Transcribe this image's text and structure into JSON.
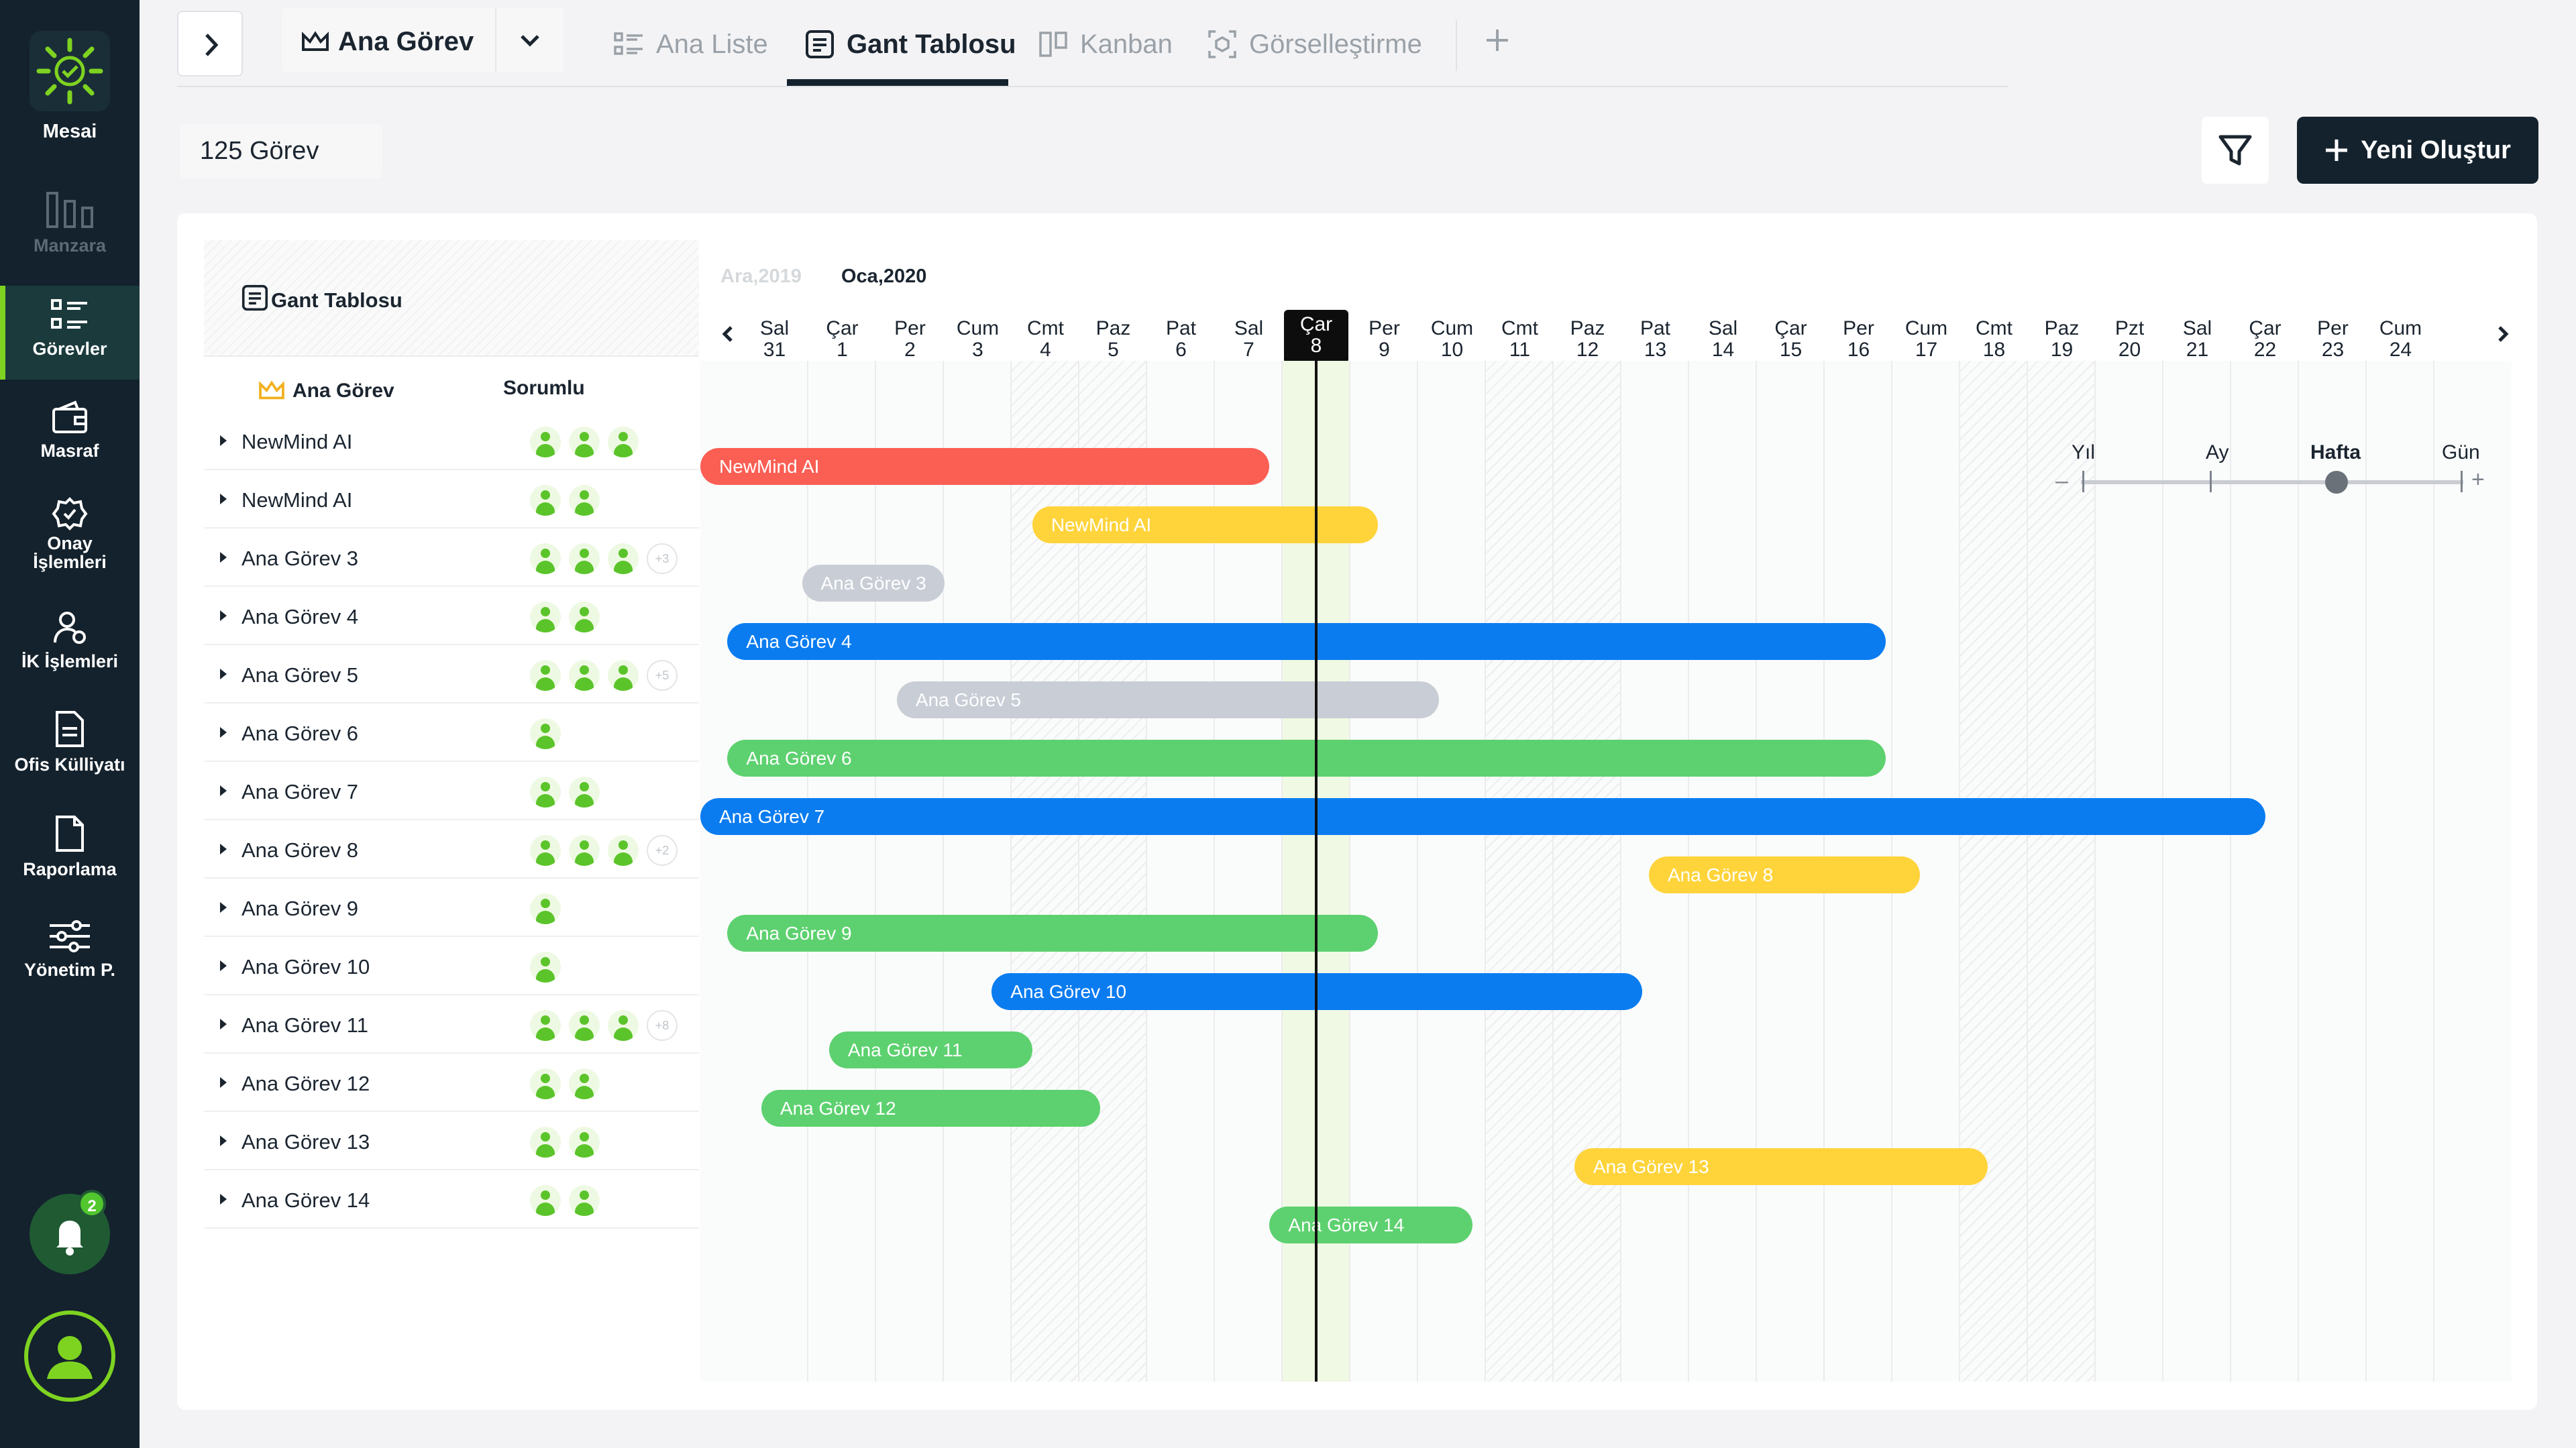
{
  "sidebar": {
    "brand": "Mesai",
    "items": [
      {
        "label": "Manzara",
        "icon": "bar-chart-icon"
      },
      {
        "label": "Görevler",
        "icon": "task-list-icon"
      },
      {
        "label": "Masraf",
        "icon": "wallet-icon"
      },
      {
        "label": "Onay\nİşlemleri",
        "icon": "approval-icon"
      },
      {
        "label": "İK İşlemleri",
        "icon": "hr-user-icon"
      },
      {
        "label": "Ofis Külliyatı",
        "icon": "document-icon"
      },
      {
        "label": "Raporlama",
        "icon": "report-icon"
      },
      {
        "label": "Yönetim P.",
        "icon": "sliders-icon"
      }
    ],
    "notification_count": "2"
  },
  "header": {
    "workspace": "Ana Görev",
    "tabs": [
      {
        "label": "Ana Liste",
        "icon": "list-icon"
      },
      {
        "label": "Gant Tablosu",
        "icon": "gantt-icon"
      },
      {
        "label": "Kanban",
        "icon": "kanban-icon"
      },
      {
        "label": "Görselleştirme",
        "icon": "visualize-icon"
      }
    ],
    "active_tab": "Gant Tablosu"
  },
  "toolbar": {
    "task_count": "125 Görev",
    "new_button": "Yeni Oluştur"
  },
  "panel": {
    "title": "Gant Tablosu",
    "col_name": "Ana Görev",
    "col_responsible": "Sorumlu"
  },
  "zoom": {
    "labels": [
      "Yıl",
      "Ay",
      "Hafta",
      "Gün"
    ],
    "selected": "Hafta",
    "minus": "–",
    "plus": "+"
  },
  "timeline": {
    "month_prev": "Ara,2019",
    "month_current": "Oca,2020",
    "today_index": 8,
    "days": [
      {
        "d": "Sal",
        "n": "31",
        "weekend": false
      },
      {
        "d": "Çar",
        "n": "1",
        "weekend": false
      },
      {
        "d": "Per",
        "n": "2",
        "weekend": false
      },
      {
        "d": "Cum",
        "n": "3",
        "weekend": false
      },
      {
        "d": "Cmt",
        "n": "4",
        "weekend": true
      },
      {
        "d": "Paz",
        "n": "5",
        "weekend": true
      },
      {
        "d": "Pat",
        "n": "6",
        "weekend": false
      },
      {
        "d": "Sal",
        "n": "7",
        "weekend": false
      },
      {
        "d": "Çar",
        "n": "8",
        "weekend": false
      },
      {
        "d": "Per",
        "n": "9",
        "weekend": false
      },
      {
        "d": "Cum",
        "n": "10",
        "weekend": false
      },
      {
        "d": "Cmt",
        "n": "11",
        "weekend": true
      },
      {
        "d": "Paz",
        "n": "12",
        "weekend": true
      },
      {
        "d": "Pat",
        "n": "13",
        "weekend": false
      },
      {
        "d": "Sal",
        "n": "14",
        "weekend": false
      },
      {
        "d": "Çar",
        "n": "15",
        "weekend": false
      },
      {
        "d": "Per",
        "n": "16",
        "weekend": false
      },
      {
        "d": "Cum",
        "n": "17",
        "weekend": false
      },
      {
        "d": "Cmt",
        "n": "18",
        "weekend": true
      },
      {
        "d": "Paz",
        "n": "19",
        "weekend": true
      },
      {
        "d": "Pzt",
        "n": "20",
        "weekend": false
      },
      {
        "d": "Sal",
        "n": "21",
        "weekend": false
      },
      {
        "d": "Çar",
        "n": "22",
        "weekend": false
      },
      {
        "d": "Per",
        "n": "23",
        "weekend": false
      },
      {
        "d": "Cum",
        "n": "24",
        "weekend": false
      }
    ]
  },
  "colors": {
    "red": "#fb5e53",
    "yellow": "#ffd43b",
    "blue": "#0a7cf0",
    "gray": "#c8cdd6",
    "green": "#5dd16f"
  },
  "tasks": [
    {
      "name": "NewMind AI",
      "avatars": 3,
      "more": "",
      "bar_label": "NewMind AI",
      "color": "red",
      "start": 0,
      "end": 8.4
    },
    {
      "name": "NewMind AI",
      "avatars": 2,
      "more": "",
      "bar_label": "NewMind AI",
      "color": "yellow",
      "start": 4.9,
      "end": 10
    },
    {
      "name": "Ana Görev 3",
      "avatars": 3,
      "more": "+3",
      "bar_label": "Ana Görev 3",
      "color": "gray",
      "start": 1.5,
      "end": 3.6
    },
    {
      "name": "Ana Görev 4",
      "avatars": 2,
      "more": "",
      "bar_label": "Ana Görev 4",
      "color": "blue",
      "start": 0.4,
      "end": 17.5
    },
    {
      "name": "Ana Görev 5",
      "avatars": 3,
      "more": "+5",
      "bar_label": "Ana Görev 5",
      "color": "gray",
      "start": 2.9,
      "end": 10.9
    },
    {
      "name": "Ana Görev 6",
      "avatars": 1,
      "more": "",
      "bar_label": "Ana Görev 6",
      "color": "green",
      "start": 0.4,
      "end": 17.5
    },
    {
      "name": "Ana Görev 7",
      "avatars": 2,
      "more": "",
      "bar_label": "Ana Görev 7",
      "color": "blue",
      "start": 0,
      "end": 23.1
    },
    {
      "name": "Ana Görev 8",
      "avatars": 3,
      "more": "+2",
      "bar_label": "Ana Görev 8",
      "color": "yellow",
      "start": 14,
      "end": 18
    },
    {
      "name": "Ana Görev 9",
      "avatars": 1,
      "more": "",
      "bar_label": "Ana Görev 9",
      "color": "green",
      "start": 0.4,
      "end": 10
    },
    {
      "name": "Ana Görev 10",
      "avatars": 1,
      "more": "",
      "bar_label": "Ana Görev 10",
      "color": "blue",
      "start": 4.3,
      "end": 13.9
    },
    {
      "name": "Ana Görev 11",
      "avatars": 3,
      "more": "+8",
      "bar_label": "Ana Görev 11",
      "color": "green",
      "start": 1.9,
      "end": 4.9
    },
    {
      "name": "Ana Görev 12",
      "avatars": 2,
      "more": "",
      "bar_label": "Ana Görev 12",
      "color": "green",
      "start": 0.9,
      "end": 5.9
    },
    {
      "name": "Ana Görev 13",
      "avatars": 2,
      "more": "",
      "bar_label": "Ana Görev 13",
      "color": "yellow",
      "start": 12.9,
      "end": 19
    },
    {
      "name": "Ana Görev 14",
      "avatars": 2,
      "more": "",
      "bar_label": "Ana Görev 14",
      "color": "green",
      "start": 8.4,
      "end": 11.4
    }
  ]
}
